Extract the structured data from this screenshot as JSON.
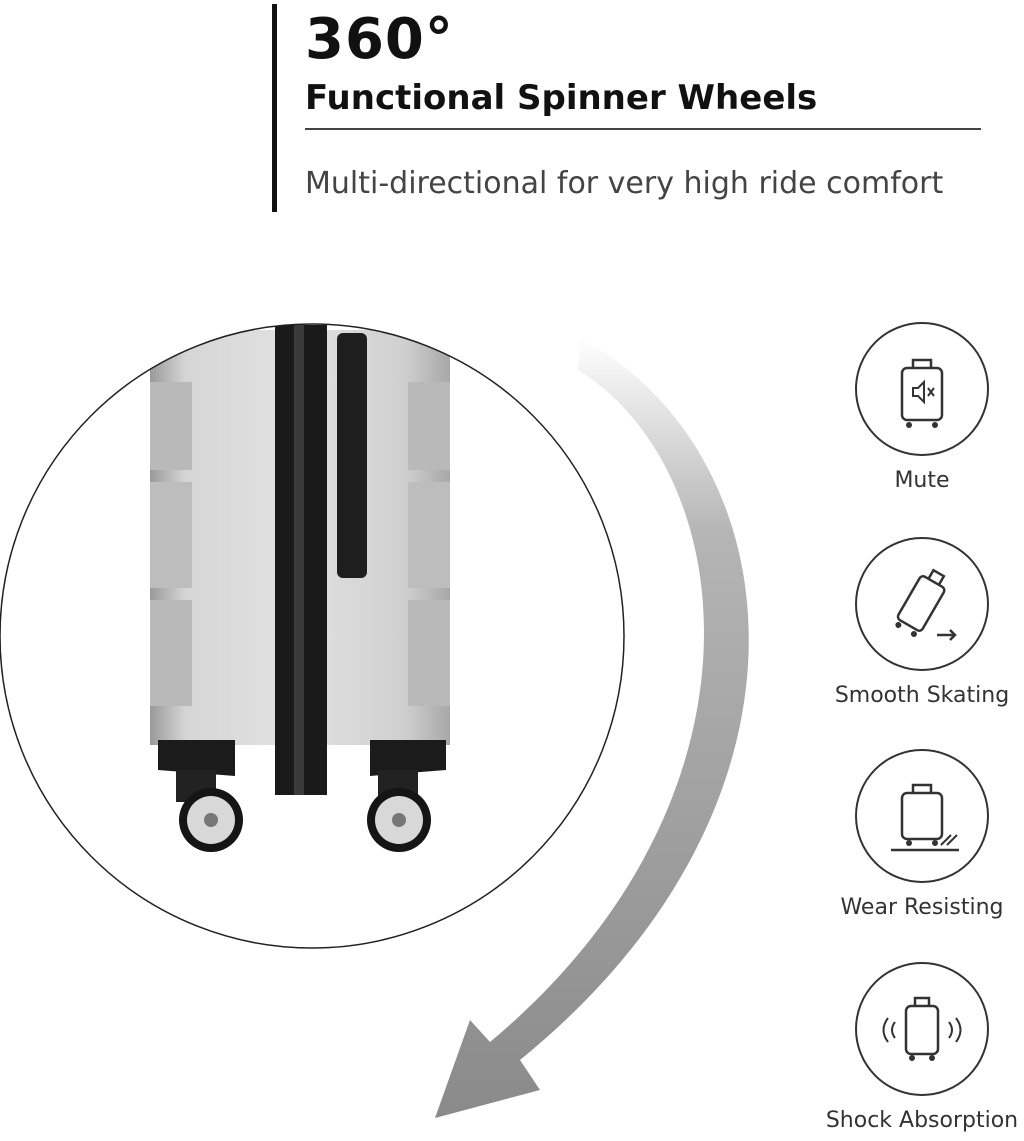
{
  "header": {
    "headline": "360°",
    "subheadline": "Functional Spinner Wheels",
    "tagline": "Multi-directional for very high ride comfort"
  },
  "features": [
    {
      "label": "Mute",
      "icon": "muted-suitcase-icon"
    },
    {
      "label": "Smooth Skating",
      "icon": "rolling-suitcase-icon"
    },
    {
      "label": "Wear Resisting",
      "icon": "wear-resisting-suitcase-icon"
    },
    {
      "label": "Shock Absorption",
      "icon": "shock-absorption-suitcase-icon"
    }
  ],
  "colors": {
    "text": "#111111",
    "tagline": "#444444",
    "shell": "#c4c4c4",
    "arrow": "#8a8a8a",
    "accent_black": "#111111"
  }
}
